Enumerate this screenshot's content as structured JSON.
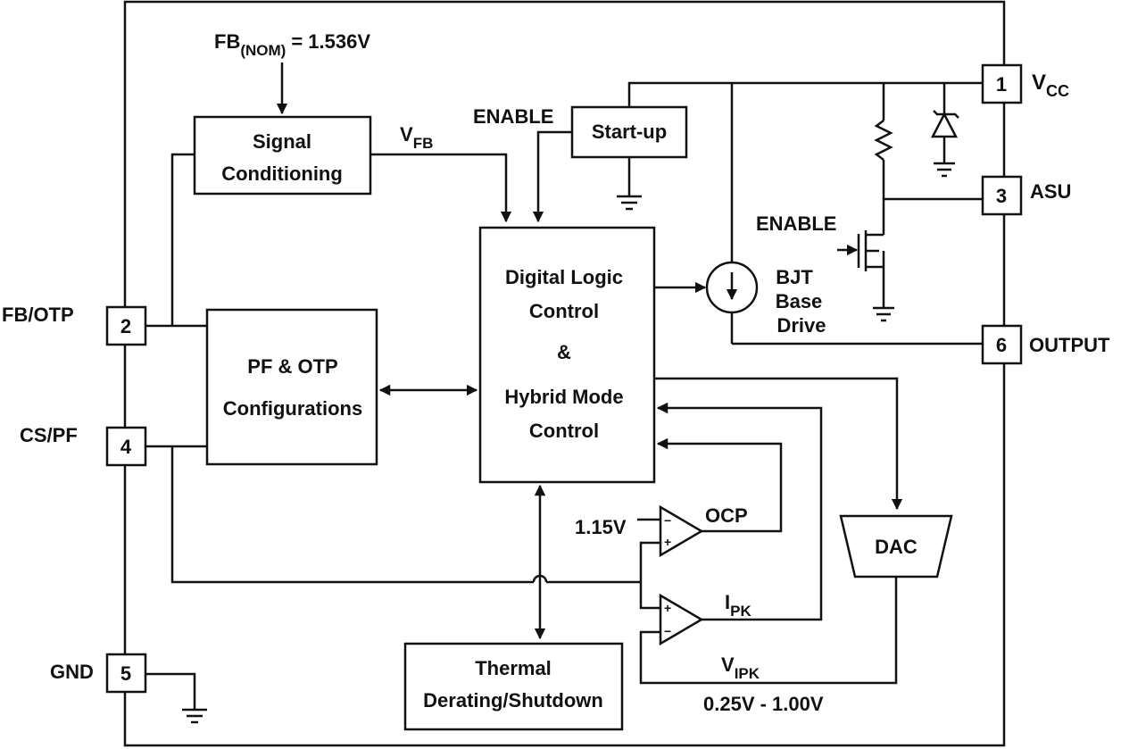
{
  "fb_nom": {
    "main": "FB",
    "sub": "(NOM)",
    "value": "= 1.536V"
  },
  "blocks": {
    "signal_conditioning": [
      "Signal",
      "Conditioning"
    ],
    "startup": "Start-up",
    "digital_logic": [
      "Digital Logic",
      "Control",
      "&",
      "Hybrid Mode",
      "Control"
    ],
    "pf_otp": [
      "PF & OTP",
      "Configurations"
    ],
    "thermal": [
      "Thermal",
      "Derating/Shutdown"
    ],
    "dac": "DAC",
    "bjt": [
      "BJT",
      "Base",
      "Drive"
    ]
  },
  "signals": {
    "vfb_main": "V",
    "vfb_sub": "FB",
    "enable_top": "ENABLE",
    "enable_mosfet": "ENABLE",
    "ocp": "OCP",
    "ref_115": "1.15V",
    "ipk_main": "I",
    "ipk_sub": "PK",
    "vipk_main": "V",
    "vipk_sub": "IPK",
    "vipk_range": "0.25V - 1.00V"
  },
  "pins": [
    {
      "num": "1",
      "name": "V",
      "sub": "CC"
    },
    {
      "num": "3",
      "name": "ASU"
    },
    {
      "num": "6",
      "name": "OUTPUT"
    },
    {
      "num": "2",
      "name": "FB/OTP"
    },
    {
      "num": "4",
      "name": "CS/PF"
    },
    {
      "num": "5",
      "name": "GND"
    }
  ]
}
